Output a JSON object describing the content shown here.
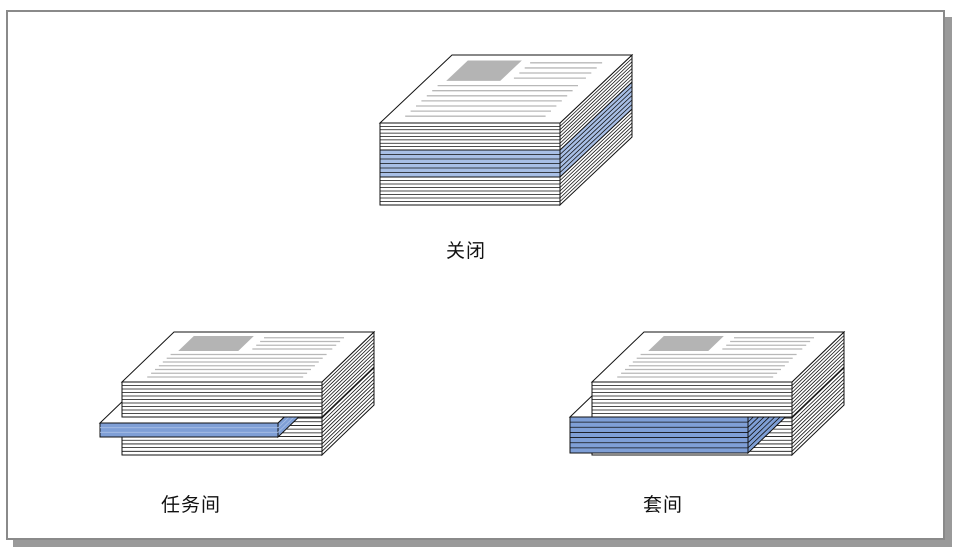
{
  "options": [
    {
      "id": "off",
      "label": "关闭"
    },
    {
      "id": "between_jobs",
      "label": "任务间"
    },
    {
      "id": "between_sets",
      "label": "套间"
    }
  ],
  "colors": {
    "paper": "#ffffff",
    "stroke": "#111111",
    "top_line": "#b8b8b8",
    "image_block": "#b4b4b4",
    "offset_blue": "#7f9fd6",
    "offset_blue_light": "#a8bfe6"
  }
}
